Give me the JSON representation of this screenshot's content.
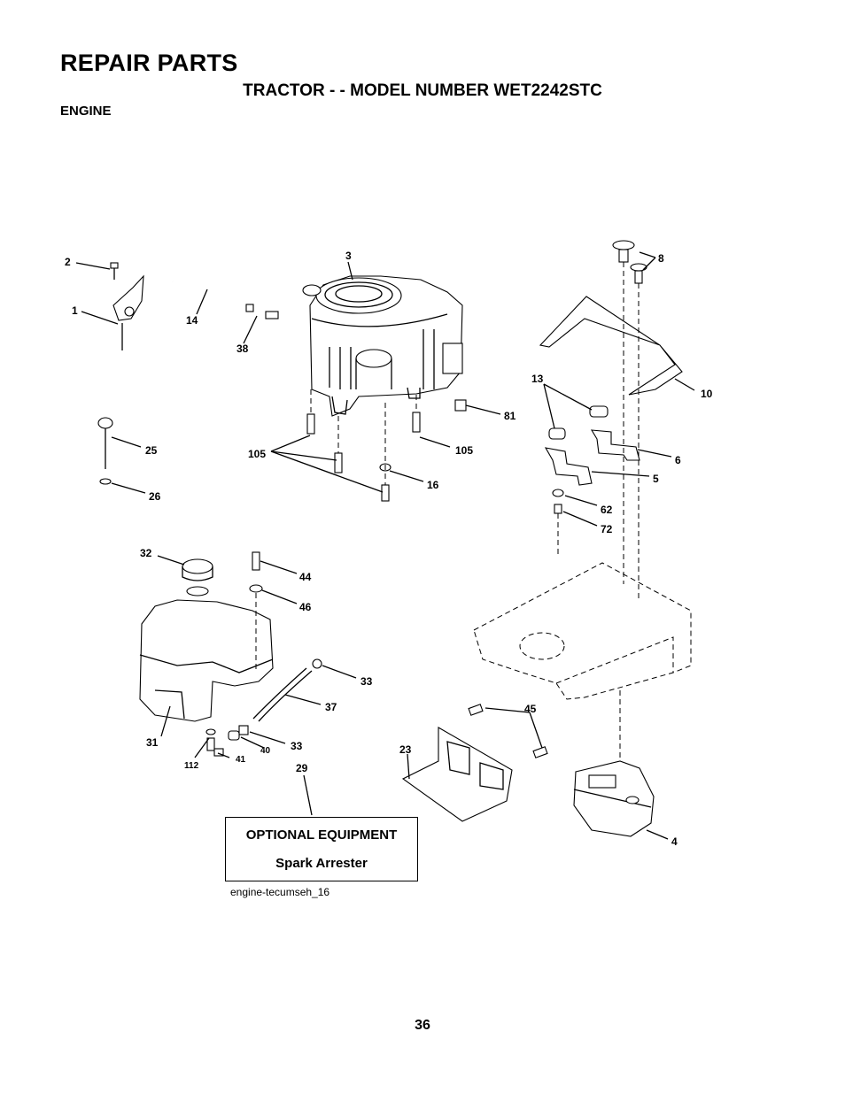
{
  "header": {
    "title": "REPAIR PARTS",
    "subtitle": "TRACTOR - - MODEL NUMBER WET2242STC",
    "section": "ENGINE"
  },
  "callouts": {
    "c1": "1",
    "c2": "2",
    "c3": "3",
    "c4": "4",
    "c5": "5",
    "c6": "6",
    "c8": "8",
    "c10": "10",
    "c13": "13",
    "c14": "14",
    "c16": "16",
    "c23": "23",
    "c25": "25",
    "c26": "26",
    "c29": "29",
    "c31": "31",
    "c32": "32",
    "c33a": "33",
    "c33b": "33",
    "c37": "37",
    "c38": "38",
    "c40": "40",
    "c41": "41",
    "c44": "44",
    "c45": "45",
    "c46": "46",
    "c62": "62",
    "c72": "72",
    "c81": "81",
    "c105a": "105",
    "c105b": "105",
    "c112": "112"
  },
  "optional_box": {
    "title": "OPTIONAL EQUIPMENT",
    "item": "Spark Arrester"
  },
  "diagram_ref": "engine-tecumseh_16",
  "page_number": "36"
}
